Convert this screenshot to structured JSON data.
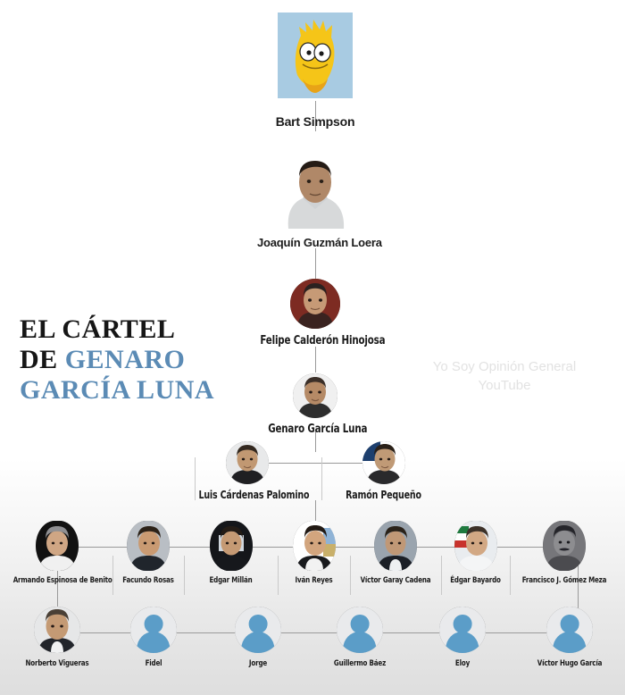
{
  "title_block": {
    "line1_plain": "EL CÁRTEL",
    "line2_plain": "DE ",
    "line2_accent": "GENARO",
    "line3_accent": "GARCÍA LUNA",
    "accent_color": "#5b8bb5",
    "text_color": "#161616"
  },
  "watermark": {
    "line1": "Yo Soy Opinión General",
    "line2": "YouTube",
    "color": "#e2e2e2"
  },
  "hierarchy": {
    "level1": {
      "label": "Bart Simpson",
      "image": "bart-simpson-head"
    },
    "level2": {
      "label": "Joaquín Guzmán Loera",
      "image": "photo-portrait"
    },
    "level3": {
      "label": "Felipe Calderón Hinojosa",
      "image": "photo-portrait"
    },
    "level4": {
      "label": "Genaro García Luna",
      "image": "photo-portrait"
    },
    "level5": [
      {
        "label": "Luis Cárdenas Palomino",
        "image": "photo-portrait"
      },
      {
        "label": "Ramón Pequeño",
        "image": "photo-portrait"
      }
    ],
    "level6": [
      {
        "label": "Armando Espinosa de Benito",
        "image": "photo-portrait"
      },
      {
        "label": "Facundo Rosas",
        "image": "photo-portrait"
      },
      {
        "label": "Edgar Millán",
        "image": "photo-portrait"
      },
      {
        "label": "Iván Reyes",
        "image": "photo-portrait"
      },
      {
        "label": "Víctor Garay Cadena",
        "image": "photo-portrait"
      },
      {
        "label": "Édgar Bayardo",
        "image": "photo-portrait"
      },
      {
        "label": "Francisco J. Gómez Meza",
        "image": "photo-portrait"
      }
    ],
    "level7": [
      {
        "label": "Norberto Vigueras",
        "image": "photo-portrait"
      },
      {
        "label": "Fidel",
        "image": "silhouette-avatar"
      },
      {
        "label": "Jorge",
        "image": "silhouette-avatar"
      },
      {
        "label": "Guillermo Báez",
        "image": "silhouette-avatar"
      },
      {
        "label": "Eloy",
        "image": "silhouette-avatar"
      },
      {
        "label": "Víctor Hugo García",
        "image": "silhouette-avatar"
      }
    ]
  }
}
